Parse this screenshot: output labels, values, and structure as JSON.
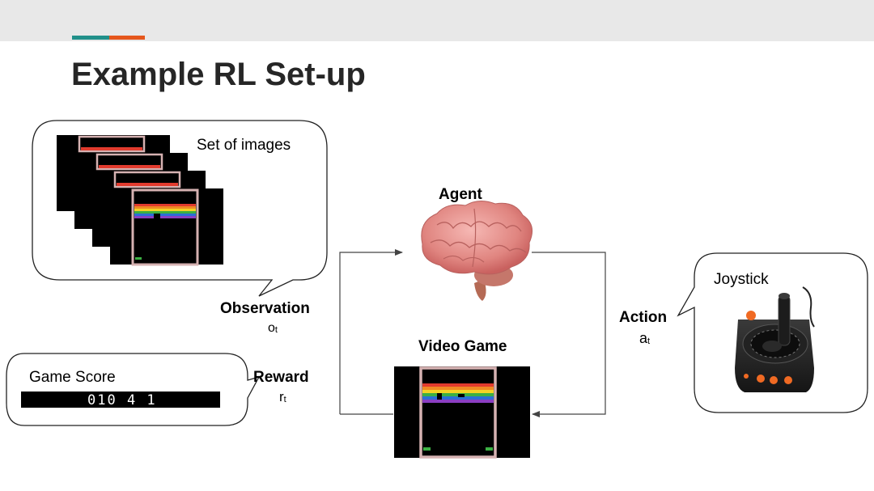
{
  "slide": {
    "title": "Example RL Set-up",
    "accent_colors": [
      "#21908a",
      "#e5571c"
    ]
  },
  "diagram": {
    "agent_label": "Agent",
    "video_game_label": "Video Game",
    "observation_callout": {
      "caption": "Set of images"
    },
    "observation": {
      "label": "Observation",
      "symbol": "o",
      "subscript": "t"
    },
    "reward_callout": {
      "caption": "Game Score",
      "score_display": "010 4 1"
    },
    "reward": {
      "label": "Reward",
      "symbol": "r",
      "subscript": "t"
    },
    "joystick_callout": {
      "caption": "Joystick"
    },
    "action": {
      "label": "Action",
      "symbol": "a",
      "subscript": "t"
    },
    "breakout_stripe_colors": [
      "#e23b2e",
      "#f08a24",
      "#f5d325",
      "#3cb043",
      "#2b6fd6",
      "#8a3ec2"
    ]
  }
}
